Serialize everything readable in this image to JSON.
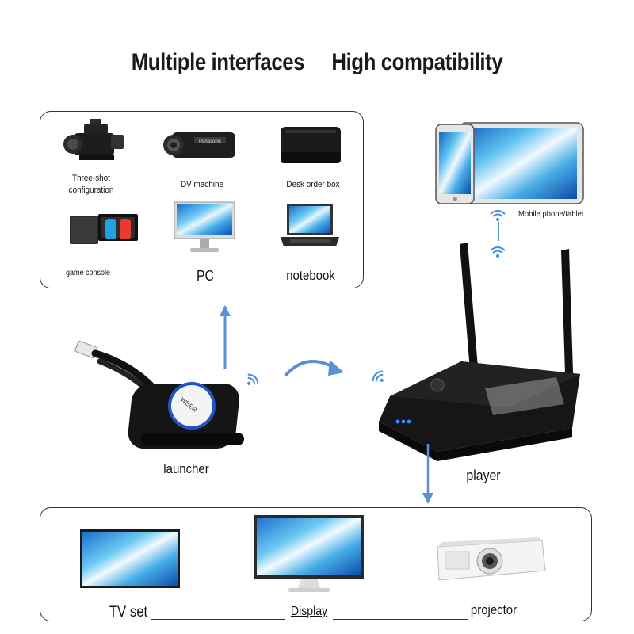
{
  "title": {
    "left": "Multiple interfaces",
    "right": "High compatibility"
  },
  "sources": {
    "three_shot": "Three-shot configuration",
    "three_shot_line1": "Three-shot",
    "three_shot_line2": "configuration",
    "dv_machine": "DV machine",
    "desk_box": "Desk order box",
    "game_console": "game console",
    "pc": "PC",
    "notebook": "notebook"
  },
  "mobile": {
    "label": "Mobile phone/tablet"
  },
  "devices": {
    "launcher": "launcher",
    "player": "player"
  },
  "outputs": {
    "tv": "TV set",
    "display": "Display",
    "projector": "projector"
  },
  "colors": {
    "arrow": "#5b8fd6",
    "wifi": "#3d8fe0",
    "led": "#2e8cff"
  }
}
